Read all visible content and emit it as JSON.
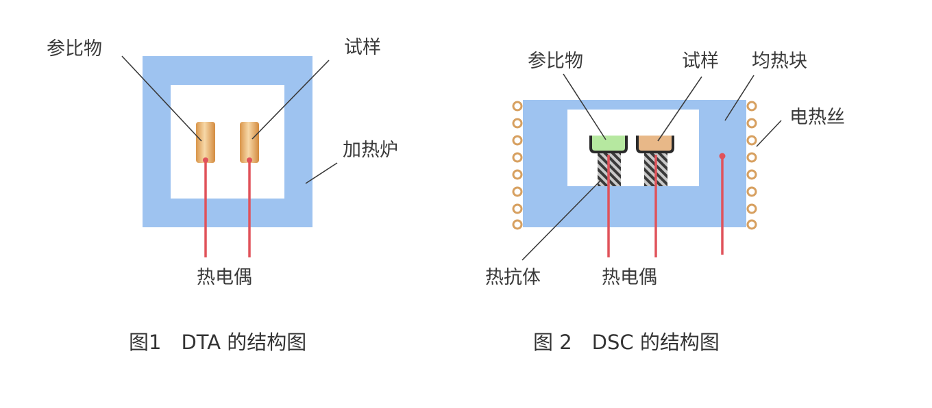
{
  "colors": {
    "furnace": "#9ec3f0",
    "thermocouple": "#e0525a",
    "crucible_gold": "#e8b878",
    "reference_pan": "#b6e8a0",
    "sample_pan": "#e8b888",
    "pan_rim": "#2a2a2a",
    "coil": "#d7a060",
    "text": "#3a3a3a"
  },
  "dta": {
    "reference_label": "参比物",
    "sample_label": "试样",
    "furnace_label": "加热炉",
    "thermocouple_label": "热电偶",
    "caption": "图1　DTA 的结构图"
  },
  "dsc": {
    "reference_label": "参比物",
    "sample_label": "试样",
    "block_label": "均热块",
    "heater_label": "电热丝",
    "resistor_label": "热抗体",
    "thermocouple_label": "热电偶",
    "caption": "图 2　DSC 的结构图"
  }
}
